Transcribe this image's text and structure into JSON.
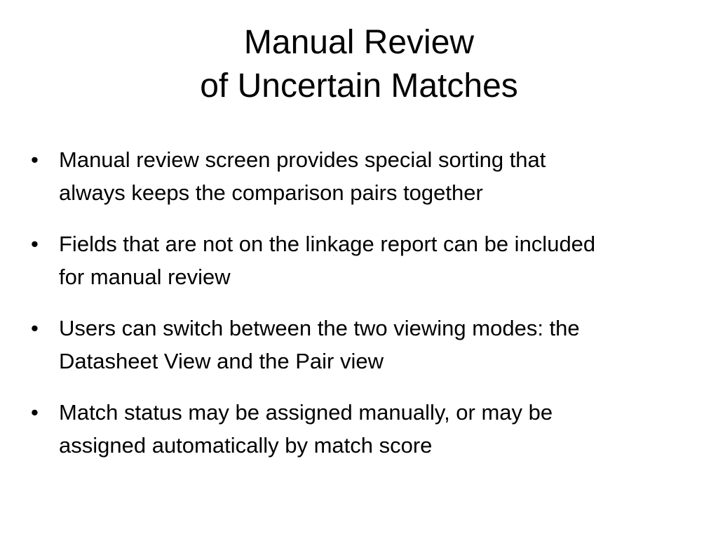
{
  "slide": {
    "title_line1": "Manual Review",
    "title_line2": "of Uncertain Matches",
    "bullet_glyph": "•",
    "bullets": [
      {
        "line1": "Manual review screen provides special sorting that",
        "line2": "always keeps the comparison pairs together"
      },
      {
        "line1": "Fields that are not on the linkage report can be included",
        "line2": "for manual review"
      },
      {
        "line1": "Users can switch between the two viewing modes: the",
        "line2": "Datasheet View and the Pair view"
      },
      {
        "line1": "Match status may be assigned manually, or may be",
        "line2": "assigned automatically by match score"
      }
    ]
  }
}
